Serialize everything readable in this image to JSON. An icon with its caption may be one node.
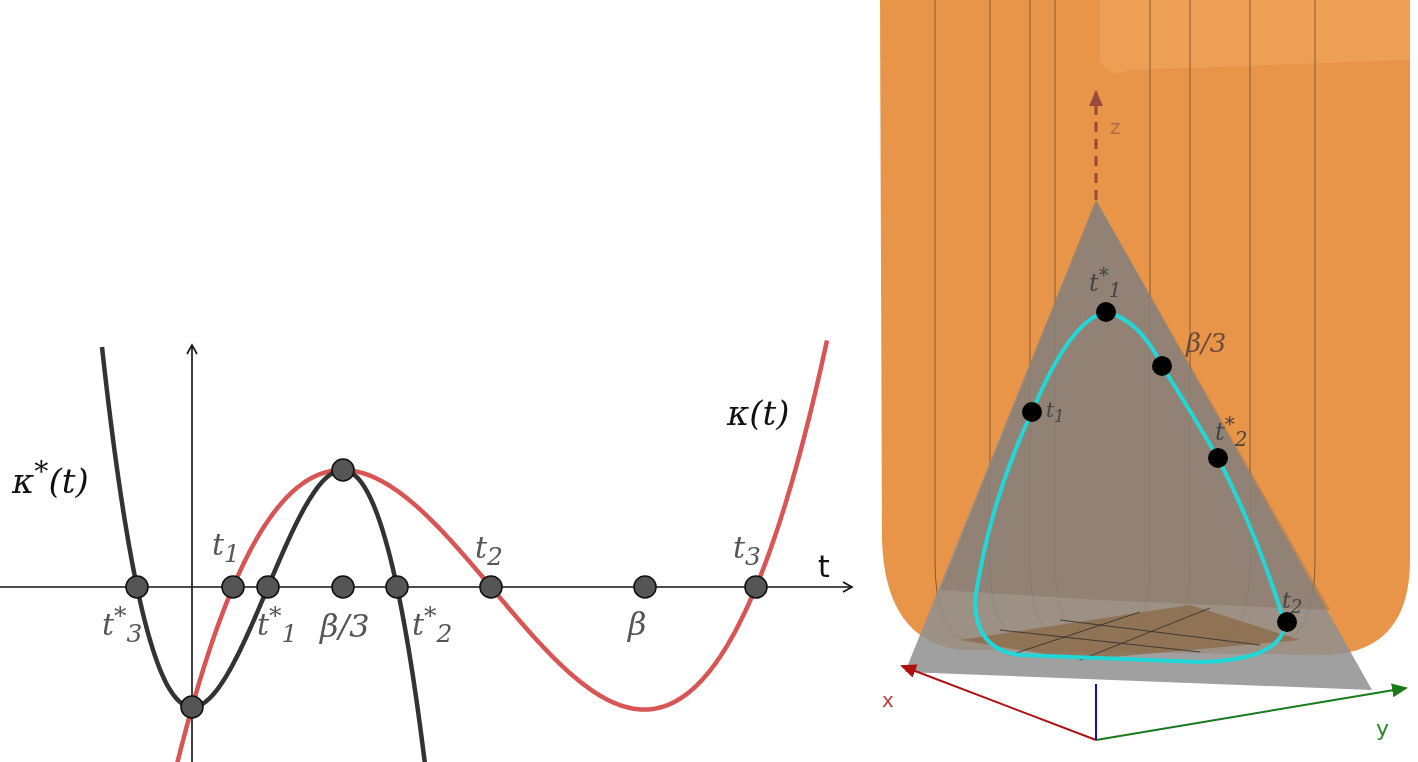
{
  "diagram": {
    "labels": [
      "κ$^{*}$(t)",
      "κ(t)",
      "t$_{1}$",
      "t$_{2}$",
      "t$_{3}$",
      "t",
      "t$^{*}$$_{3}$",
      "t$^{*}$$_{1}$",
      "β/3",
      "t$^{*}$$_{2}$",
      "β",
      "z",
      "t$^{*}$$_{1}$",
      "β/3",
      "t$_{1}$",
      "t$^{*}$$_{2}$",
      "t$_{2}$",
      "x",
      "y"
    ]
  }
}
